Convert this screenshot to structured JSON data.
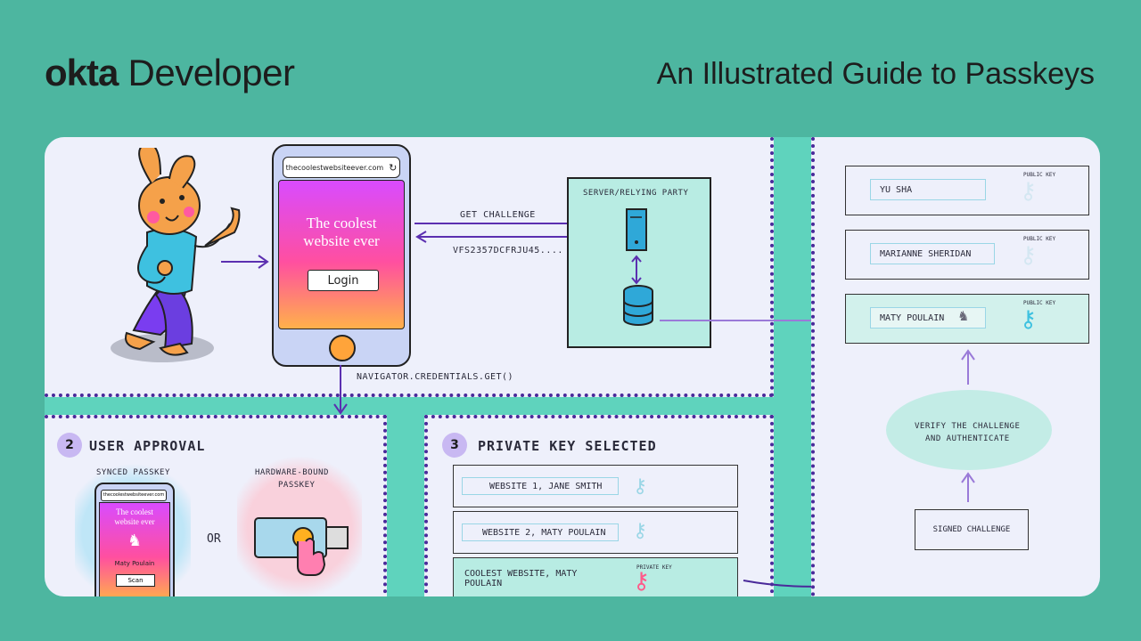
{
  "header": {
    "brand_logo": "okta",
    "brand_suffix": "Developer",
    "headline": "An Illustrated Guide to Passkeys"
  },
  "step1": {
    "url": "thecoolestwebsiteever.com",
    "site_title_line1": "The coolest",
    "site_title_line2": "website ever",
    "login_label": "Login",
    "get_challenge": "GET CHALLENGE",
    "challenge_value": "VFS2357DCFRJU45....",
    "server_label": "SERVER/RELYING PARTY",
    "navigator_call": "NAVIGATOR.CREDENTIALS.GET()"
  },
  "step2": {
    "number": "2",
    "title": "USER APPROVAL",
    "synced_label": "SYNCED PASSKEY",
    "mini_url": "thecoolestwebsiteever.com",
    "mini_title_line1": "The coolest",
    "mini_title_line2": "website ever",
    "mini_user": "Maty Poulain",
    "mini_scan": "Scan",
    "or": "OR",
    "hardware_label_line1": "HARDWARE-BOUND",
    "hardware_label_line2": "PASSKEY"
  },
  "step3": {
    "number": "3",
    "title": "PRIVATE KEY SELECTED",
    "keys": [
      {
        "label": "WEBSITE 1, JANE SMITH"
      },
      {
        "label": "WEBSITE 2, MATY POULAIN"
      },
      {
        "label": "COOLEST WEBSITE, MATY POULAIN"
      }
    ],
    "private_key_label": "PRIVATE KEY"
  },
  "step4": {
    "public_keys": [
      {
        "name": "YU SHA",
        "tag": "PUBLIC KEY"
      },
      {
        "name": "MARIANNE SHERIDAN",
        "tag": "PUBLIC KEY"
      },
      {
        "name": "MATY POULAIN",
        "tag": "PUBLIC KEY"
      }
    ],
    "verify_line1": "VERIFY THE CHALLENGE",
    "verify_line2": "AND AUTHENTICATE",
    "signed_challenge": "SIGNED CHALLENGE"
  },
  "colors": {
    "background": "#4db6a0",
    "card_teal": "#5fd3bd",
    "panel": "#eef0fb",
    "accent_purple": "#5b2fb0",
    "key_blue": "#9ad6e6",
    "key_pink": "#ff5a8a"
  }
}
